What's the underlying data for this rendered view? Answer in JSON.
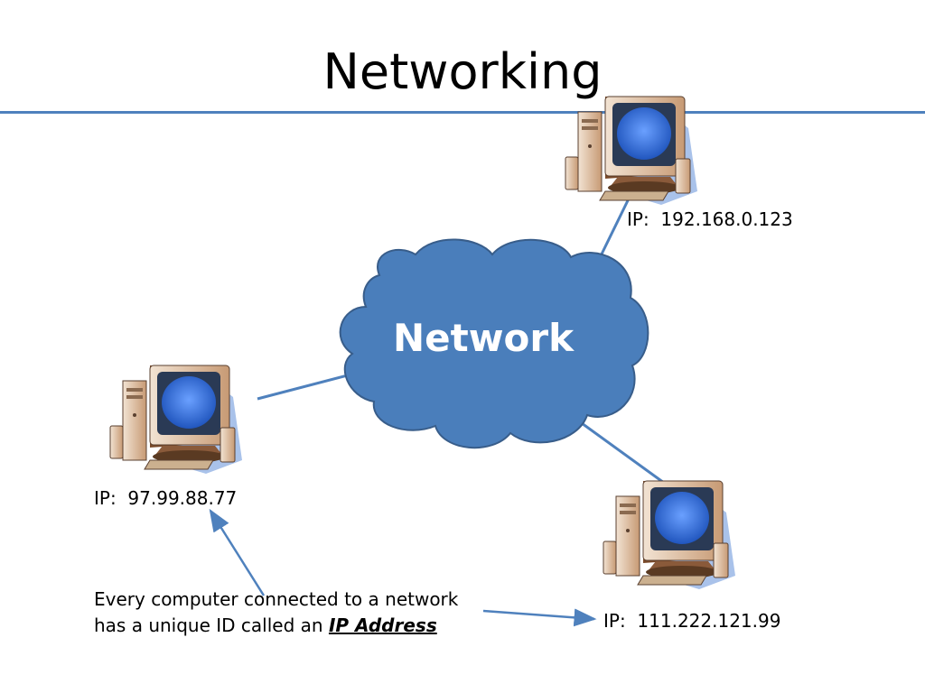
{
  "title": "Networking",
  "cloud": {
    "label": "Network",
    "icon": "cloud-icon",
    "color": "#4a7ebb"
  },
  "computers": [
    {
      "id": "top",
      "ip": "IP:  192.168.0.123",
      "icon": "desktop-computer-icon"
    },
    {
      "id": "left",
      "ip": "IP:  97.99.88.77",
      "icon": "desktop-computer-icon"
    },
    {
      "id": "bottom",
      "ip": "IP:  111.222.121.99",
      "icon": "desktop-computer-icon"
    }
  ],
  "caption": {
    "line1": "Every computer connected to a network",
    "line2_prefix": "has a unique ID called an ",
    "emphasis": "IP Address"
  },
  "colors": {
    "accent": "#4f81bd",
    "screen": "#3b6fd6",
    "case": "#d8b89a"
  }
}
